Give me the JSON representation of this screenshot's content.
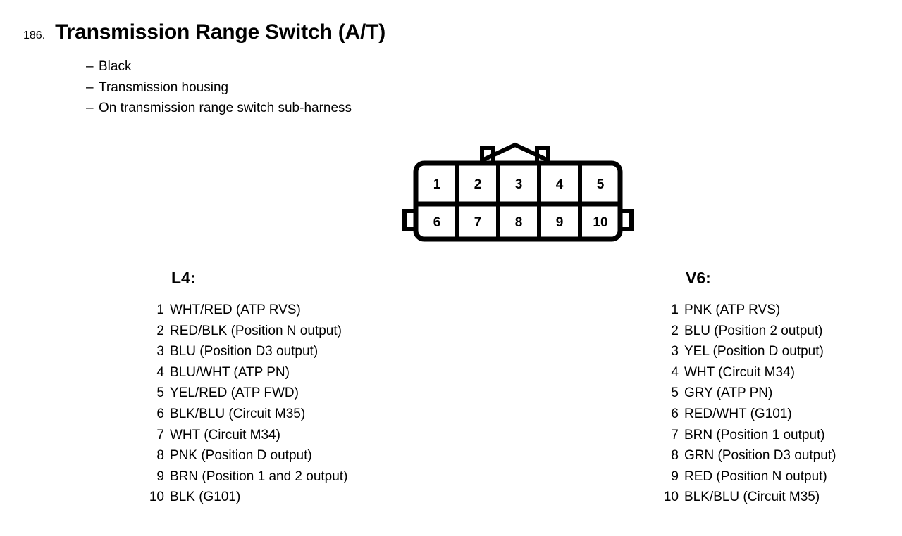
{
  "header": {
    "item_number": "186.",
    "title": "Transmission Range Switch (A/T)",
    "specs": [
      {
        "dash": "–",
        "text": "Black"
      },
      {
        "dash": "–",
        "text": "Transmission housing"
      },
      {
        "dash": "–",
        "text": "On transmission range switch sub-harness"
      }
    ]
  },
  "connector": {
    "name": "10-pin connector",
    "rows": [
      {
        "pins": [
          "1",
          "2",
          "3",
          "4",
          "5"
        ]
      },
      {
        "pins": [
          "6",
          "7",
          "8",
          "9",
          "10"
        ]
      }
    ]
  },
  "pinouts": [
    {
      "id": "l4",
      "heading": "L4:",
      "pins": [
        {
          "index": "1",
          "desc": "WHT/RED (ATP RVS)"
        },
        {
          "index": "2",
          "desc": "RED/BLK (Position N output)"
        },
        {
          "index": "3",
          "desc": "BLU (Position D3 output)"
        },
        {
          "index": "4",
          "desc": "BLU/WHT (ATP PN)"
        },
        {
          "index": "5",
          "desc": "YEL/RED (ATP FWD)"
        },
        {
          "index": "6",
          "desc": "BLK/BLU (Circuit M35)"
        },
        {
          "index": "7",
          "desc": "WHT (Circuit M34)"
        },
        {
          "index": "8",
          "desc": "PNK (Position D output)"
        },
        {
          "index": "9",
          "desc": "BRN (Position 1 and 2 output)"
        },
        {
          "index": "10",
          "desc": "BLK (G101)"
        }
      ]
    },
    {
      "id": "v6",
      "heading": "V6:",
      "pins": [
        {
          "index": "1",
          "desc": "PNK (ATP RVS)"
        },
        {
          "index": "2",
          "desc": "BLU (Position 2 output)"
        },
        {
          "index": "3",
          "desc": "YEL (Position D output)"
        },
        {
          "index": "4",
          "desc": "WHT (Circuit M34)"
        },
        {
          "index": "5",
          "desc": "GRY (ATP PN)"
        },
        {
          "index": "6",
          "desc": "RED/WHT (G101)"
        },
        {
          "index": "7",
          "desc": "BRN (Position 1 output)"
        },
        {
          "index": "8",
          "desc": "GRN (Position D3 output)"
        },
        {
          "index": "9",
          "desc": "RED (Position N output)"
        },
        {
          "index": "10",
          "desc": "BLK/BLU (Circuit M35)"
        }
      ]
    }
  ],
  "colors": {
    "ink": "#000000",
    "paper": "#ffffff"
  }
}
